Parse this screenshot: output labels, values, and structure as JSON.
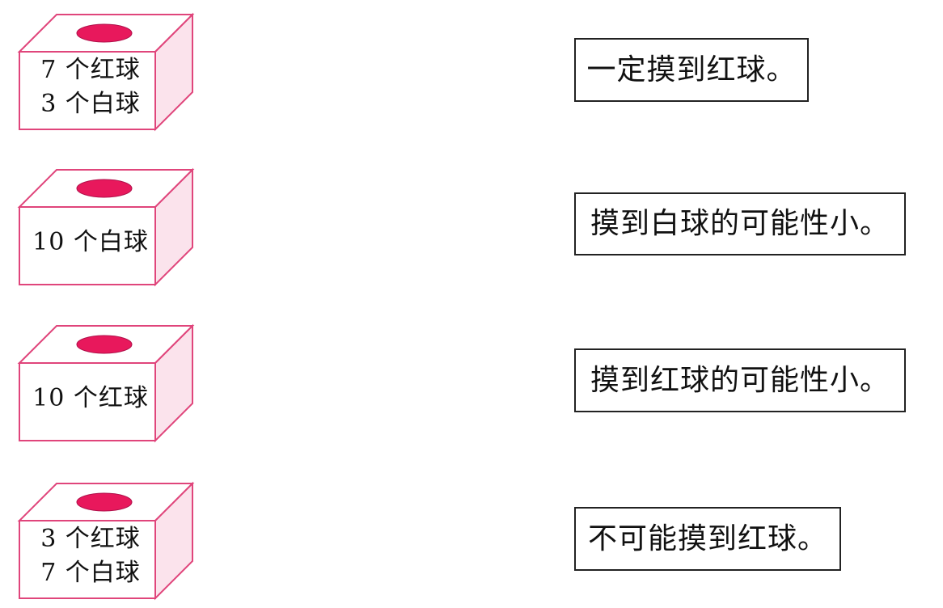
{
  "boxes": [
    {
      "lines": [
        "7 个红球",
        "3 个白球"
      ]
    },
    {
      "lines": [
        "10 个白球"
      ]
    },
    {
      "lines": [
        "10 个红球"
      ]
    },
    {
      "lines": [
        "3 个红球",
        "7 个白球"
      ]
    }
  ],
  "statements": [
    "一定摸到红球。",
    "摸到白球的可能性小。",
    "摸到红球的可能性小。",
    "不可能摸到红球。"
  ],
  "colors": {
    "box_outline": "#e0457b",
    "box_side": "#fbe3ec",
    "box_top": "#ffffff",
    "hole": "#e8185c",
    "statement_border": "#222222"
  }
}
